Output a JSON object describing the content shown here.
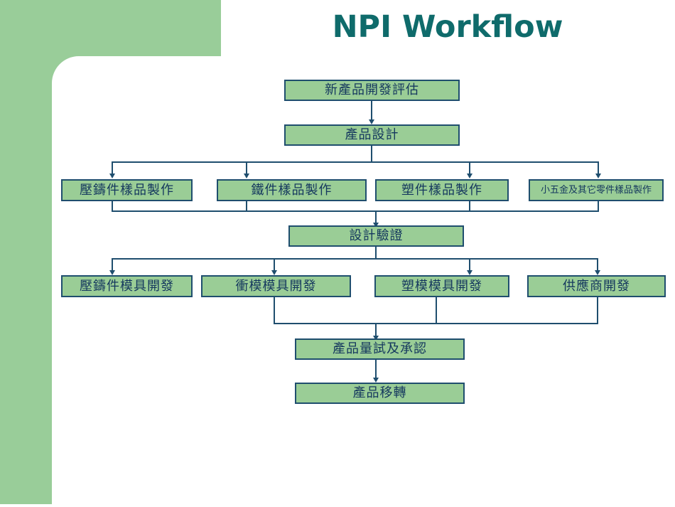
{
  "slide": {
    "title": "NPI Workflow",
    "title_color": "#0F6B6B",
    "background_color": "#FFFFFF",
    "decoration_color": "#99CD99"
  },
  "node_style": {
    "fill_color": "#9ACD96",
    "border_color": "#1F4E6E",
    "text_color": "#14375E"
  },
  "chart_data": {
    "type": "diagram",
    "title": "NPI Workflow",
    "orientation": "top-to-bottom",
    "rows": [
      {
        "row": 1,
        "nodes": [
          "新產品開發評估"
        ]
      },
      {
        "row": 2,
        "nodes": [
          "產品設計"
        ]
      },
      {
        "row": 3,
        "nodes": [
          "壓鑄件樣品製作",
          "鐵件樣品製作",
          "塑件樣品製作",
          "小五金及其它零件樣品製作"
        ]
      },
      {
        "row": 4,
        "nodes": [
          "設計驗證"
        ]
      },
      {
        "row": 5,
        "nodes": [
          "壓鑄件模具開發",
          "衝模模具開發",
          "塑模模具開發",
          "供應商開發"
        ]
      },
      {
        "row": 6,
        "nodes": [
          "產品量試及承認"
        ]
      },
      {
        "row": 7,
        "nodes": [
          "產品移轉"
        ]
      }
    ],
    "edges": [
      {
        "from": "新產品開發評估",
        "to": "產品設計"
      },
      {
        "from": "產品設計",
        "to": "壓鑄件樣品製作"
      },
      {
        "from": "產品設計",
        "to": "鐵件樣品製作"
      },
      {
        "from": "產品設計",
        "to": "塑件樣品製作"
      },
      {
        "from": "產品設計",
        "to": "小五金及其它零件樣品製作"
      },
      {
        "from": "壓鑄件樣品製作",
        "to": "設計驗證"
      },
      {
        "from": "鐵件樣品製作",
        "to": "設計驗證"
      },
      {
        "from": "塑件樣品製作",
        "to": "設計驗證"
      },
      {
        "from": "小五金及其它零件樣品製作",
        "to": "設計驗證"
      },
      {
        "from": "設計驗證",
        "to": "壓鑄件模具開發"
      },
      {
        "from": "設計驗證",
        "to": "衝模模具開發"
      },
      {
        "from": "設計驗證",
        "to": "塑模模具開發"
      },
      {
        "from": "設計驗證",
        "to": "供應商開發"
      },
      {
        "from": "衝模模具開發",
        "to": "產品量試及承認"
      },
      {
        "from": "塑模模具開發",
        "to": "產品量試及承認"
      },
      {
        "from": "供應商開發",
        "to": "產品量試及承認"
      },
      {
        "from": "產品量試及承認",
        "to": "產品移轉"
      }
    ]
  },
  "nodes": {
    "n1": "新產品開發評估",
    "n2": "產品設計",
    "n3a": "壓鑄件樣品製作",
    "n3b": "鐵件樣品製作",
    "n3c": "塑件樣品製作",
    "n3d": "小五金及其它零件樣品製作",
    "n4": "設計驗證",
    "n5a": "壓鑄件模具開發",
    "n5b": "衝模模具開發",
    "n5c": "塑模模具開發",
    "n5d": "供應商開發",
    "n6": "產品量試及承認",
    "n7": "產品移轉"
  }
}
